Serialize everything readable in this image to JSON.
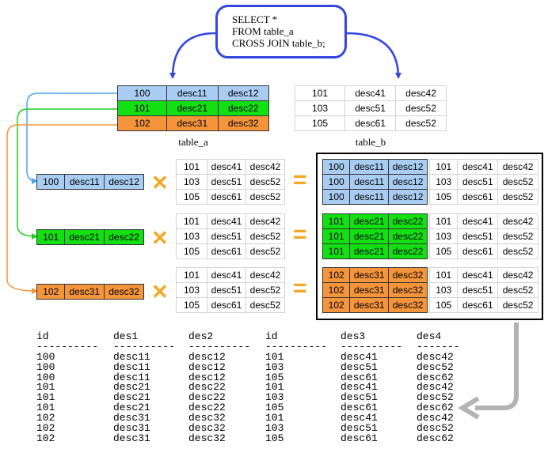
{
  "sql": {
    "lines": [
      "SELECT *",
      "FROM table_a",
      "CROSS JOIN table_b;"
    ]
  },
  "table_a": {
    "caption": "table_a",
    "rows": [
      [
        "100",
        "desc11",
        "desc12"
      ],
      [
        "101",
        "desc21",
        "desc22"
      ],
      [
        "102",
        "desc31",
        "desc32"
      ]
    ]
  },
  "table_b": {
    "caption": "table_b",
    "rows": [
      [
        "101",
        "desc41",
        "desc42"
      ],
      [
        "103",
        "desc51",
        "desc52"
      ],
      [
        "105",
        "desc61",
        "desc52"
      ]
    ]
  },
  "operators": {
    "times": "✕",
    "equals": "="
  },
  "colors": {
    "blue": "#a9cdf2",
    "green": "#12e012",
    "orange": "#f5953b",
    "sql_border": "#3347e0",
    "operator": "#f5a623",
    "return_arrow": "#b3b3b3"
  },
  "result": {
    "headers": [
      "id",
      "des1",
      "des2",
      "id",
      "des3",
      "des4"
    ],
    "dashes": [
      "----------",
      "----------",
      "----------",
      "----------",
      "----------",
      "-------"
    ],
    "rows": [
      [
        "100",
        "desc11",
        "desc12",
        "101",
        "desc41",
        "desc42"
      ],
      [
        "100",
        "desc11",
        "desc12",
        "103",
        "desc51",
        "desc52"
      ],
      [
        "100",
        "desc11",
        "desc12",
        "105",
        "desc61",
        "desc62"
      ],
      [
        "101",
        "desc21",
        "desc22",
        "101",
        "desc41",
        "desc42"
      ],
      [
        "101",
        "desc21",
        "desc22",
        "103",
        "desc51",
        "desc52"
      ],
      [
        "101",
        "desc21",
        "desc22",
        "105",
        "desc61",
        "desc62"
      ],
      [
        "102",
        "desc31",
        "desc32",
        "101",
        "desc41",
        "desc42"
      ],
      [
        "102",
        "desc31",
        "desc32",
        "103",
        "desc51",
        "desc52"
      ],
      [
        "102",
        "desc31",
        "desc32",
        "105",
        "desc61",
        "desc62"
      ]
    ]
  }
}
